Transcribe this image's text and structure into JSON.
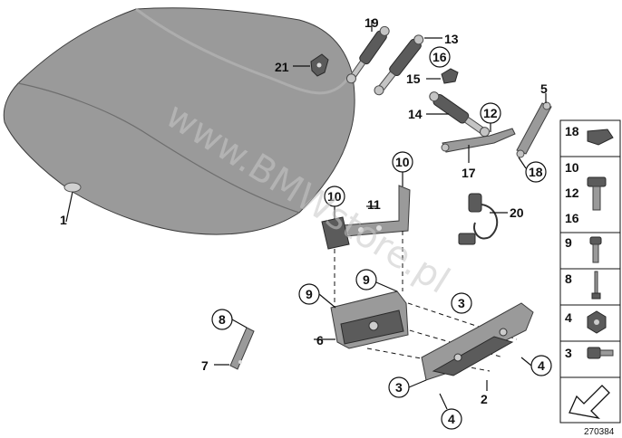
{
  "diagram": {
    "watermark": "www.BMWstore.pl",
    "image_number": "270384",
    "callouts": {
      "c1": "1",
      "c2": "2",
      "c3a": "3",
      "c3b": "3",
      "c4a": "4",
      "c4b": "4",
      "c5": "5",
      "c6": "6",
      "c7": "7",
      "c8": "8",
      "c9a": "9",
      "c9b": "9",
      "c10a": "10",
      "c10b": "10",
      "c11": "11",
      "c12": "12",
      "c13": "13",
      "c14": "14",
      "c15": "15",
      "c16": "16",
      "c17": "17",
      "c18": "18",
      "c19": "19",
      "c20": "20",
      "c21": "21"
    },
    "legend": [
      "18",
      "10",
      "12",
      "16",
      "9",
      "8",
      "4",
      "3"
    ]
  },
  "colors": {
    "part_fill": "#9a9a9a",
    "outline": "#111111",
    "watermark": "#c8c8c8"
  }
}
